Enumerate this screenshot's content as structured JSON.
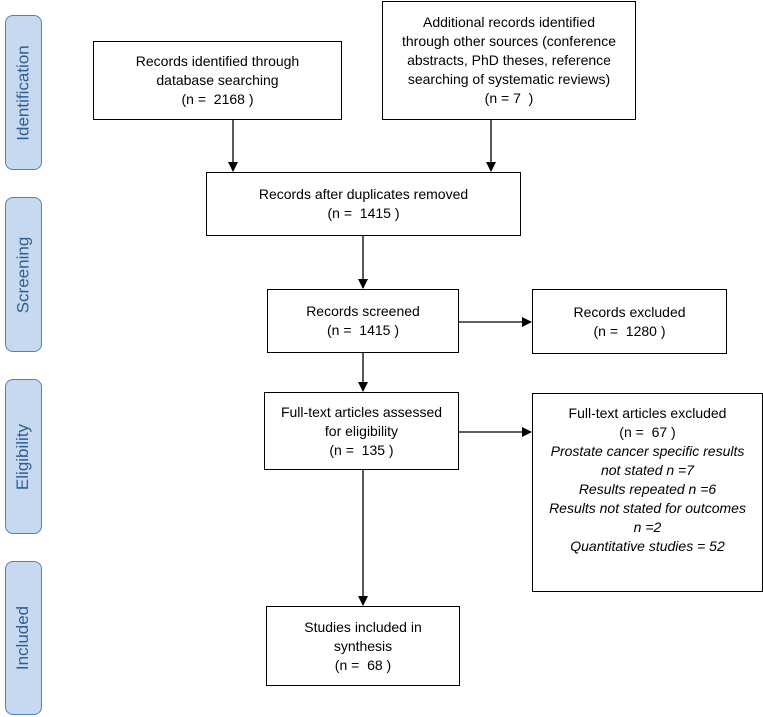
{
  "phases": {
    "identification": "Identification",
    "screening": "Screening",
    "eligibility": "Eligibility",
    "included": "Included"
  },
  "boxes": {
    "db_search": [
      "Records identified through",
      "database searching",
      "(n =  2168 )"
    ],
    "other_sources": [
      "Additional records identified",
      "through other sources (conference",
      "abstracts, PhD theses, reference",
      "searching of systematic reviews)",
      "(n = 7  )"
    ],
    "duplicates_removed": [
      "Records after duplicates removed",
      "(n =  1415 )"
    ],
    "screened": [
      "Records screened",
      "(n =  1415 )"
    ],
    "excluded": [
      "Records excluded",
      "(n =  1280 )"
    ],
    "fulltext_assessed": [
      "Full-text articles assessed",
      "for eligibility",
      "(n =  135 )"
    ],
    "fulltext_excluded": {
      "title": "Full-text articles excluded",
      "count": "(n =  67 )",
      "reasons": [
        "Prostate cancer specific results",
        "not stated n =7",
        "Results repeated n =6",
        "Results not stated for outcomes",
        "n =2",
        "Quantitative studies = 52"
      ]
    },
    "included": [
      "Studies included in",
      "synthesis",
      "(n =  68 )"
    ]
  }
}
